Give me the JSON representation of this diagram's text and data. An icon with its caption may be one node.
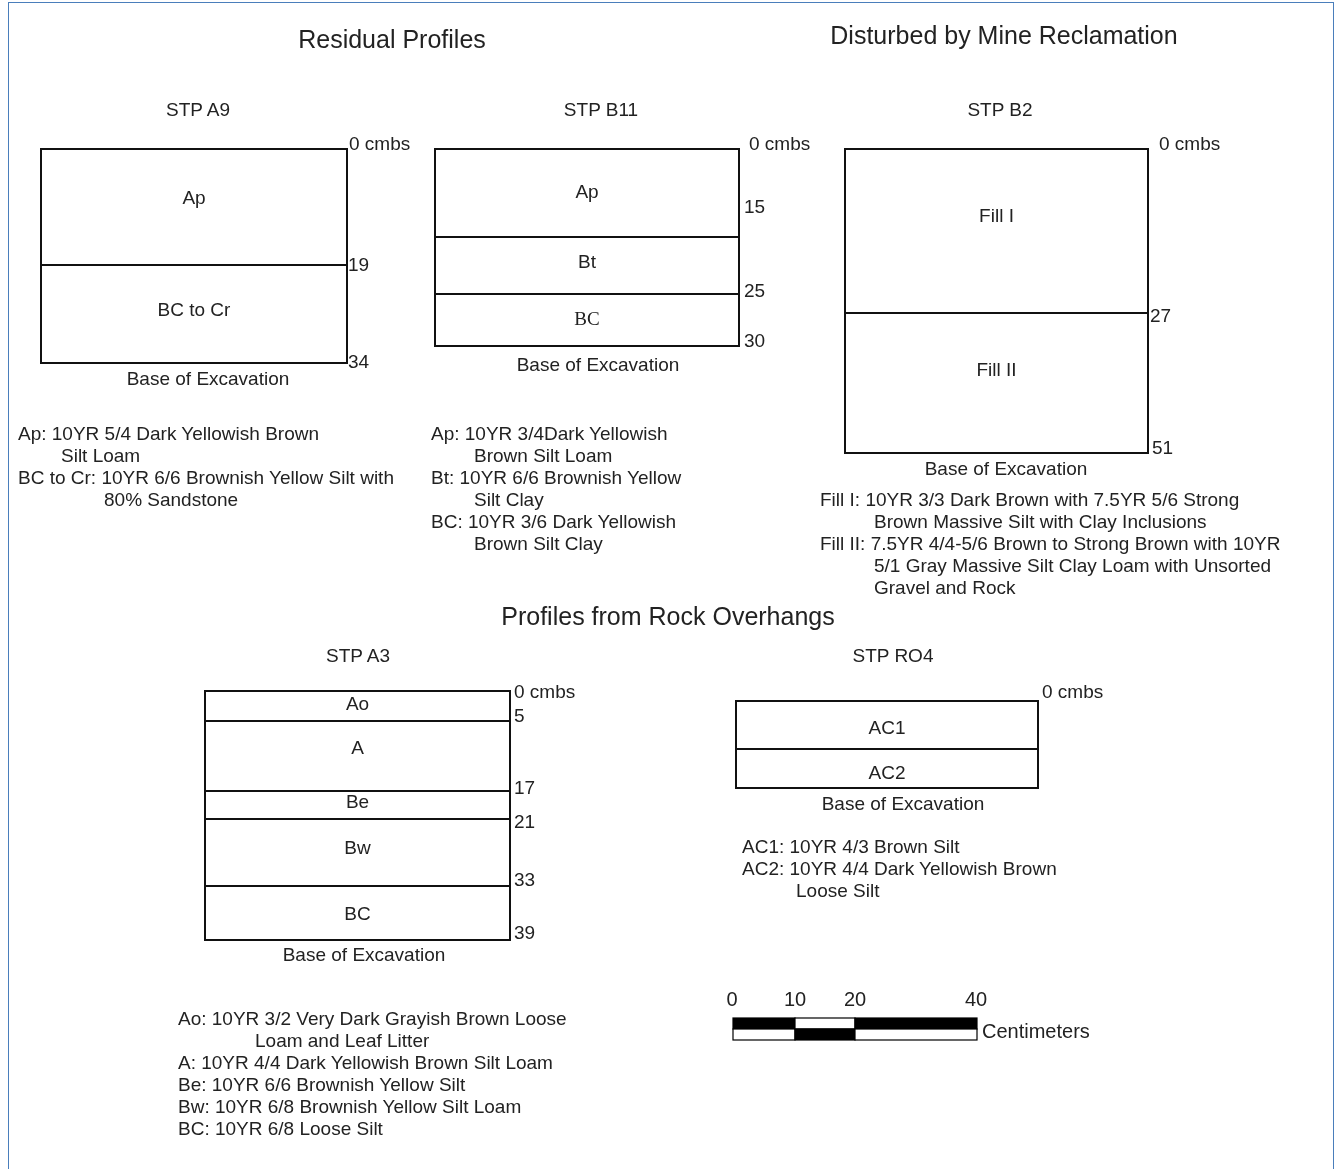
{
  "diagram": {
    "nodes": [
      {
        "text": [
          "Ap"
        ]
      },
      {
        "text": [
          "BC to Cr"
        ]
      },
      {
        "text": [
          "Ap"
        ]
      },
      {
        "text": [
          "Bt"
        ]
      },
      {
        "text": [
          "BC"
        ]
      },
      {
        "text": [
          "Fill I"
        ]
      },
      {
        "text": [
          "Fill II"
        ]
      },
      {
        "text": [
          "Ao"
        ]
      },
      {
        "text": [
          "A"
        ]
      },
      {
        "text": [
          "Be"
        ]
      },
      {
        "text": [
          "Bw"
        ]
      },
      {
        "text": [
          "BC"
        ]
      },
      {
        "text": [
          "AC1"
        ]
      },
      {
        "text": [
          "AC2"
        ]
      }
    ],
    "edges": [],
    "labels": [
      "Residual Profiles",
      "Disturbed by Mine Reclamation",
      "STP A9",
      "STP B11",
      "STP B2",
      "0 cmbs",
      "19",
      "34",
      "Base of Excavation",
      "0 cmbs",
      "15",
      "25",
      "30",
      "Base of Excavation",
      "0 cmbs",
      "27",
      "51",
      "Base of Excavation",
      "Ap: 10YR 5/4 Dark Yellowish Brown Silt Loam",
      "BC to Cr: 10YR 6/6 Brownish Yellow Silt with 80% Sandstone",
      "Ap: 10YR 3/4Dark Yellowish Brown Silt Loam",
      "Bt: 10YR 6/6 Brownish Yellow Silt Clay",
      "BC: 10YR 3/6 Dark Yellowish Brown Silt Clay",
      "Fill I: 10YR 3/3 Dark Brown with 7.5YR 5/6 Strong Brown Massive Silt with Clay Inclusions",
      "Fill II: 7.5YR 4/4-5/6 Brown to Strong Brown with 10YR 5/1 Gray Massive Silt Clay Loam with Unsorted Gravel and Rock",
      "Profiles from Rock Overhangs",
      "STP A3",
      "STP RO4",
      "0 cmbs",
      "5",
      "17",
      "21",
      "33",
      "39",
      "Base of Excavation",
      "0 cmbs",
      "Base of Excavation",
      "AC1: 10YR 4/3 Brown Silt",
      "AC2: 10YR 4/4 Dark Yellowish Brown Loose Silt",
      "Ao: 10YR 3/2 Very Dark Grayish Brown Loose Loam and Leaf Litter",
      "A: 10YR 4/4 Dark Yellowish Brown Silt Loam",
      "Be: 10YR 6/6 Brownish Yellow Silt",
      "Bw: 10YR 6/8 Brownish Yellow Silt Loam",
      "BC: 10YR 6/8 Loose Silt",
      "0",
      "10",
      "20",
      "40",
      "Centimeters"
    ]
  }
}
